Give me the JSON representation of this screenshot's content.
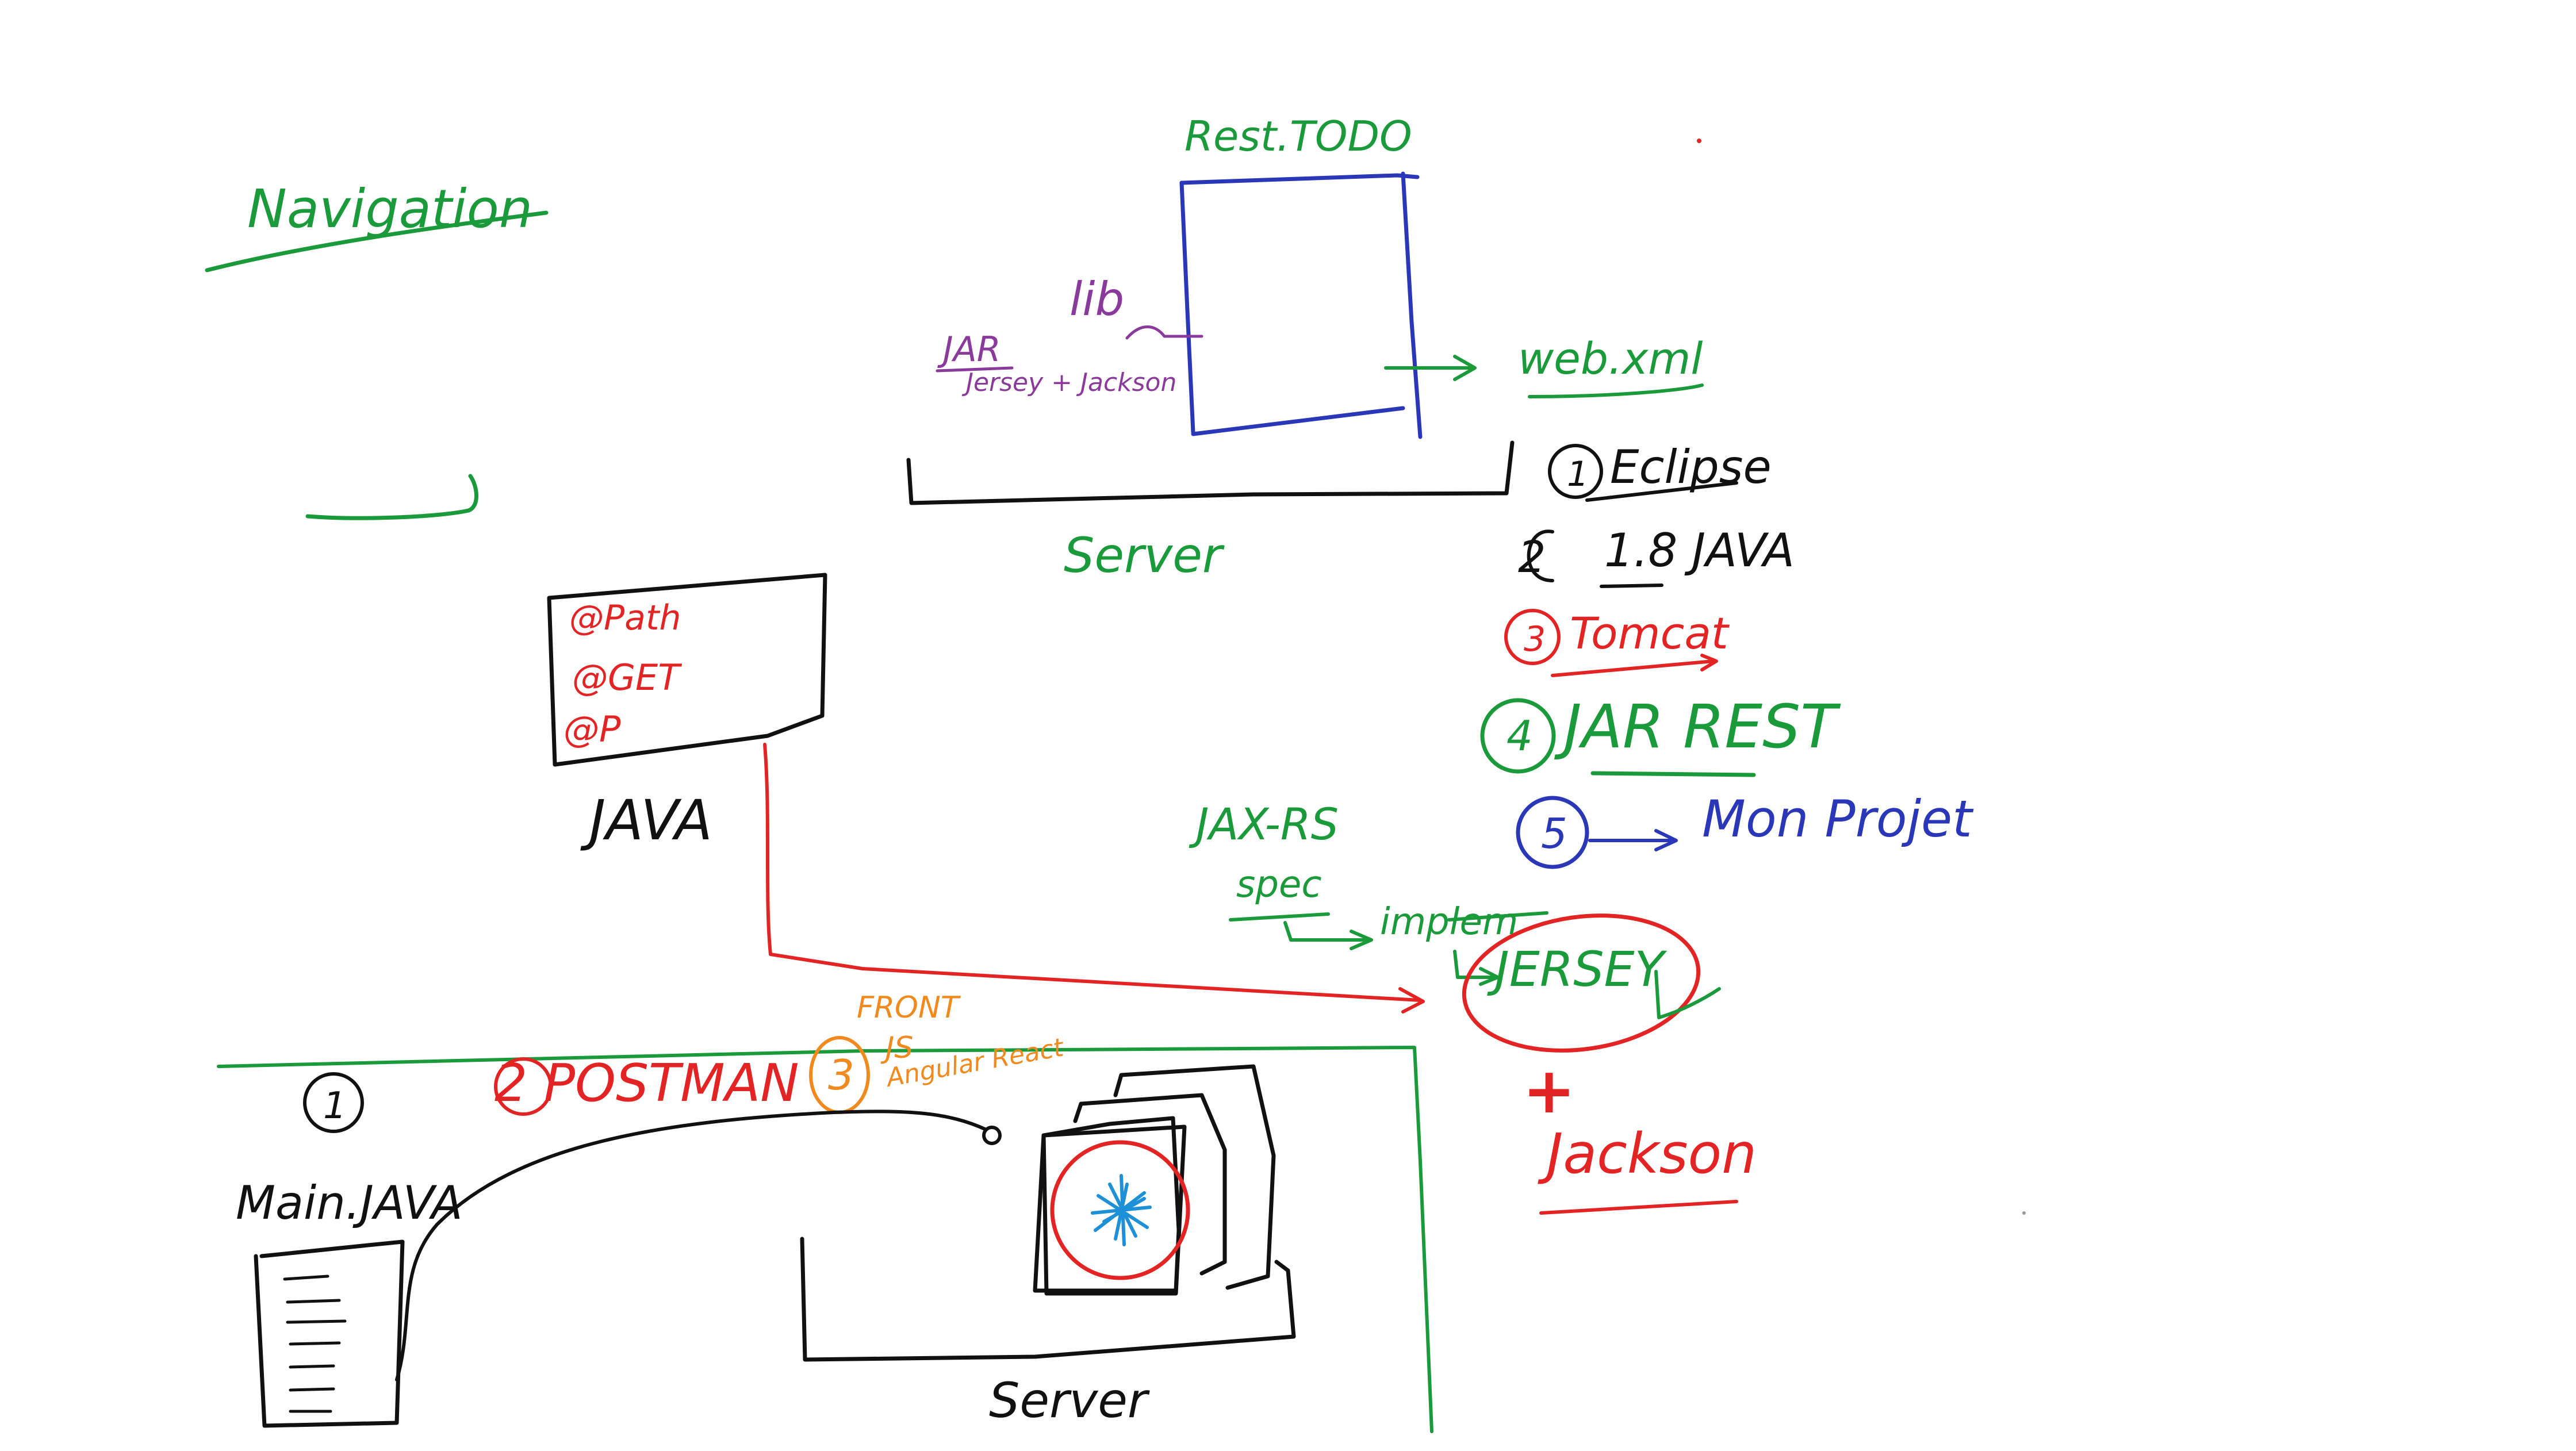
{
  "board": {
    "navigation_label": "Navigation",
    "rest_todo_label": "Rest.TODO",
    "lib_label": "lib",
    "jar_label": "JAR",
    "jersey_jackson_label": "Jersey + Jackson",
    "web_xml_label": "web.xml",
    "server_top_label": "Server",
    "java_label": "JAVA",
    "annotations": [
      "@Path",
      "@GET",
      "@P"
    ],
    "checklist": [
      {
        "num": "1",
        "text": "Eclipse"
      },
      {
        "num": "2",
        "text": "1.8 JAVA"
      },
      {
        "num": "3",
        "text": "Tomcat"
      },
      {
        "num": "4",
        "text": "JAR REST"
      },
      {
        "num": "5",
        "text": "Mon Projet"
      }
    ],
    "jaxrs_label": "JAX-RS",
    "spec_label": "spec",
    "implem_label": "implem",
    "jersey_label": "JERSEY",
    "plus_label": "+",
    "jackson_label": "Jackson",
    "client_1": "1",
    "client_2": "2 POSTMAN",
    "client_3_num": "3",
    "front_label": "FRONT",
    "js_label": "JS",
    "angular_label": "Angular React",
    "main_java_label": "Main.JAVA",
    "server_bottom_label": "Server"
  },
  "colors": {
    "green": "#1a9a3a",
    "black": "#111111",
    "red": "#e32424",
    "blue": "#2a38b8",
    "purple": "#8a3a9a",
    "orange": "#f08a1e",
    "cyan": "#1e90d8"
  }
}
